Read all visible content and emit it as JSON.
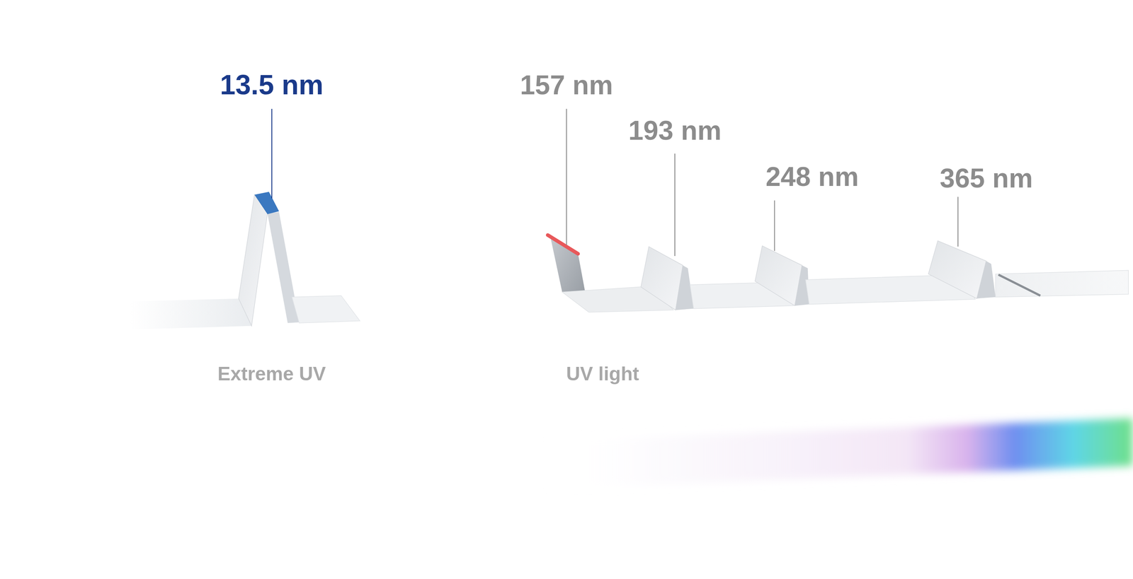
{
  "diagram": {
    "labels": [
      "13.5 nm",
      "157 nm",
      "193 nm",
      "248 nm",
      "365 nm",
      "Extreme UV",
      "UV light"
    ]
  }
}
